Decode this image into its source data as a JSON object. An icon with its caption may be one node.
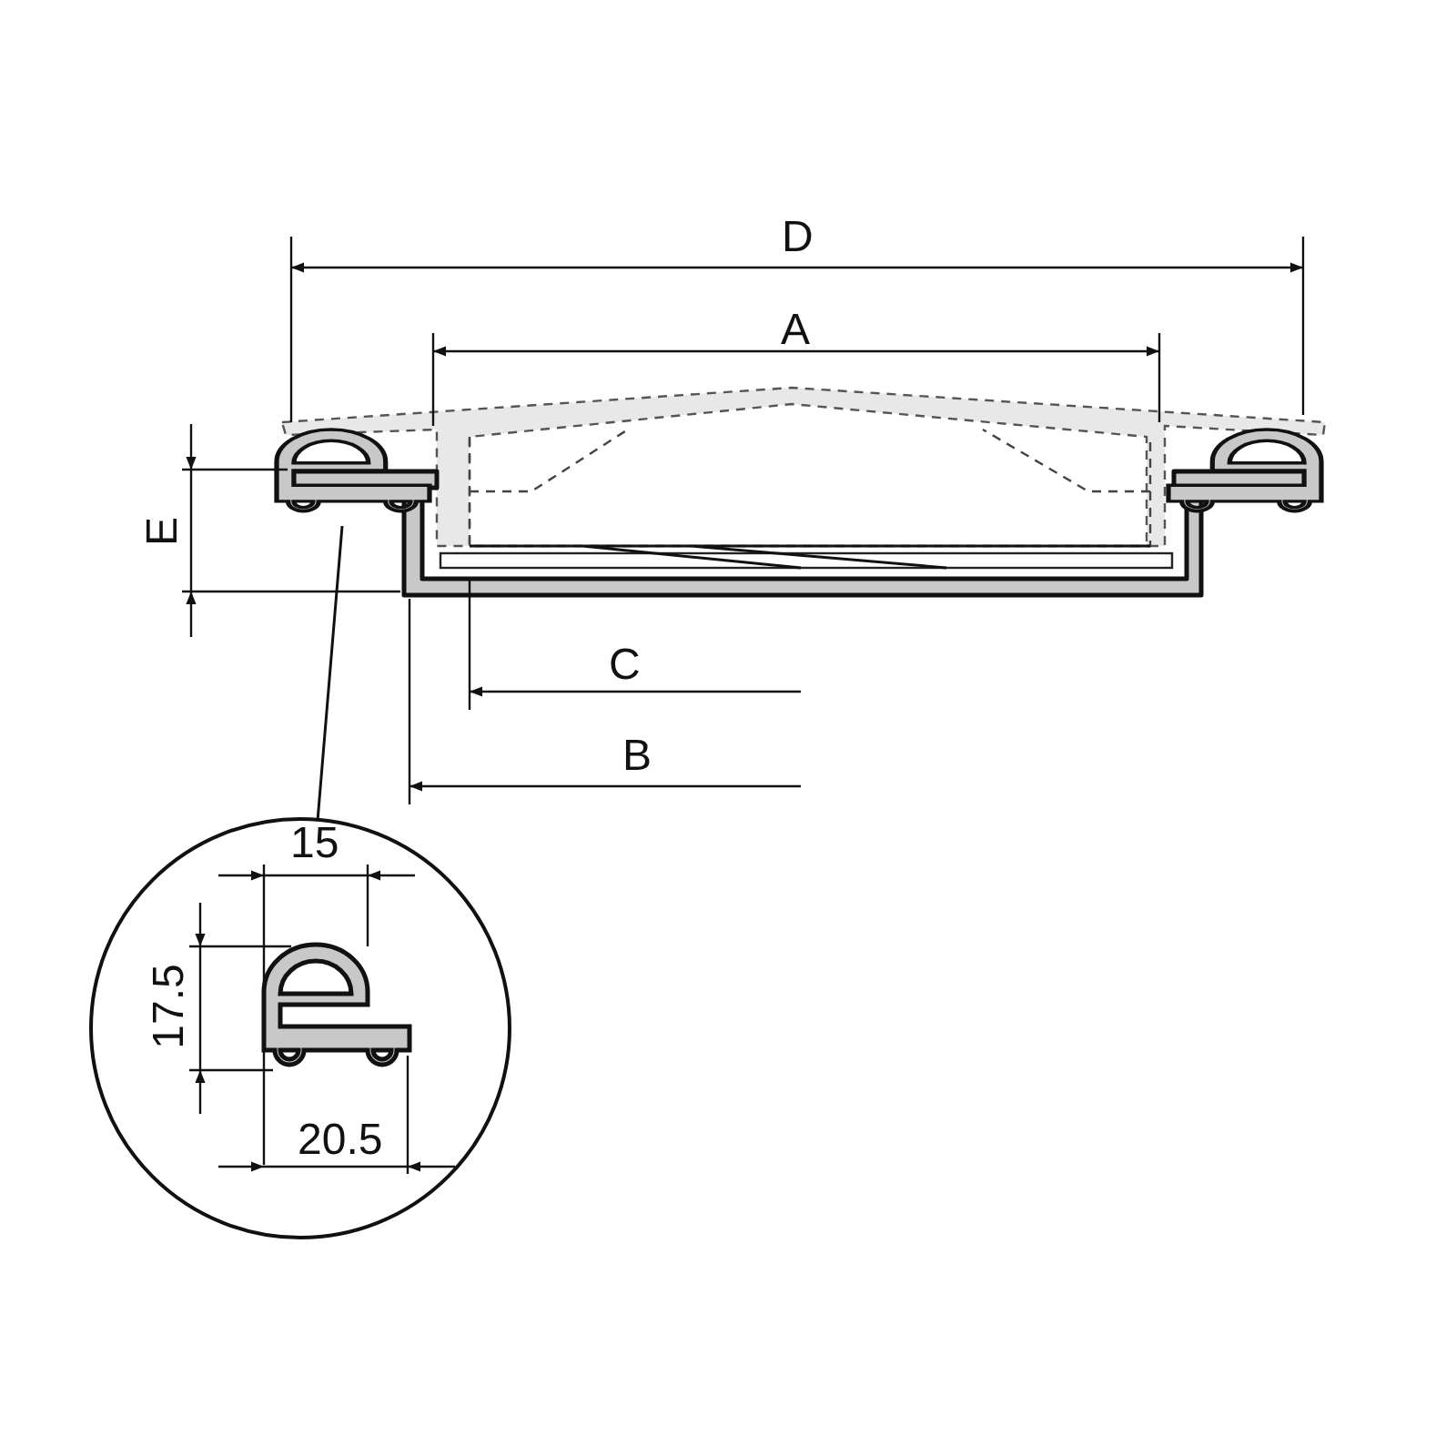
{
  "diagram": {
    "nodes": [
      {
        "text": [],
        "shape": "picture"
      },
      {
        "text": [],
        "shape": "circle"
      }
    ],
    "edges": [
      {
        "from": 0,
        "to": 1,
        "arrow": "none"
      }
    ],
    "labels": [
      "D",
      "A",
      "E",
      "C",
      "B",
      "15",
      "17.5",
      "20.5"
    ]
  }
}
